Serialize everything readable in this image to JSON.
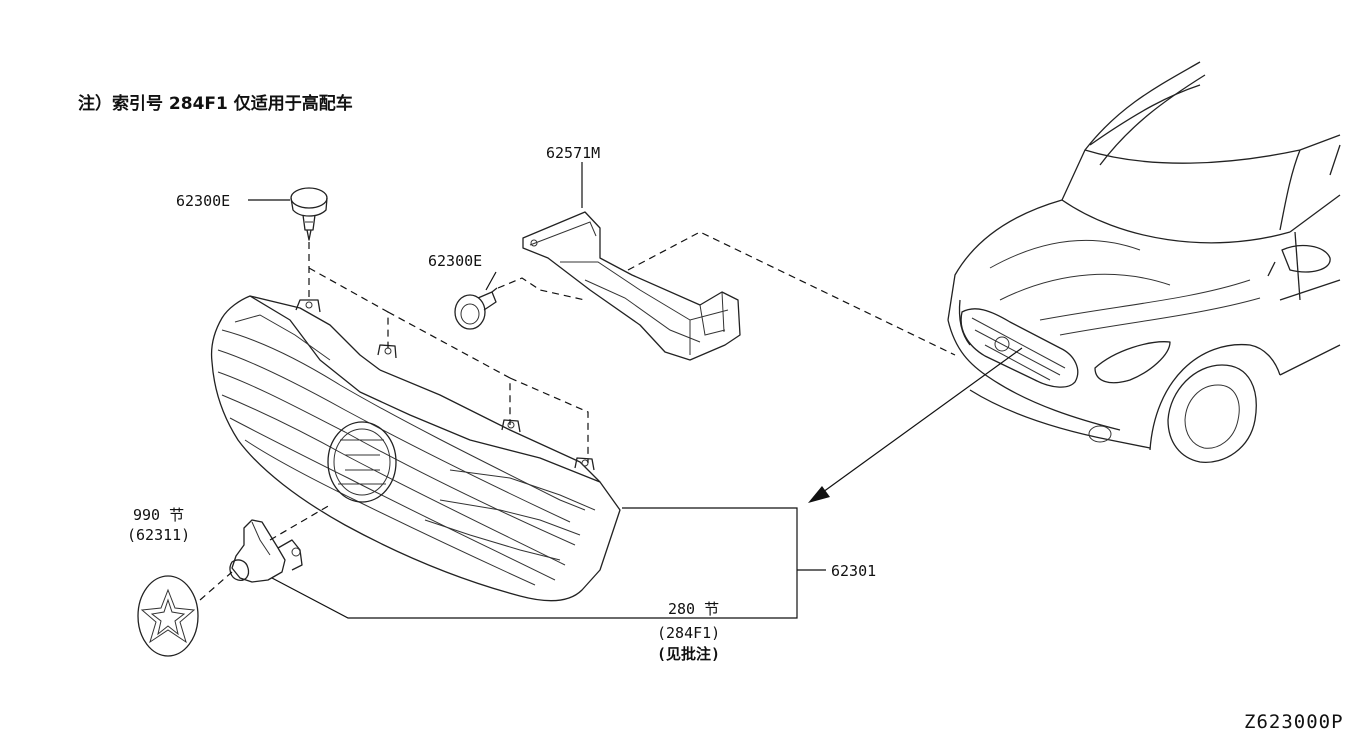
{
  "note": "注）索引号 284F1 仅适用于高配车",
  "labels": {
    "p62571M": "62571M",
    "p62300E_a": "62300E",
    "p62300E_b": "62300E",
    "sec990": "990 节",
    "sec990_code": "(62311)",
    "p62301": "62301",
    "sec280": "280 节",
    "sec280_code": "(284F1)",
    "see_note": "(见批注)"
  },
  "drawing_code": "Z623000P"
}
